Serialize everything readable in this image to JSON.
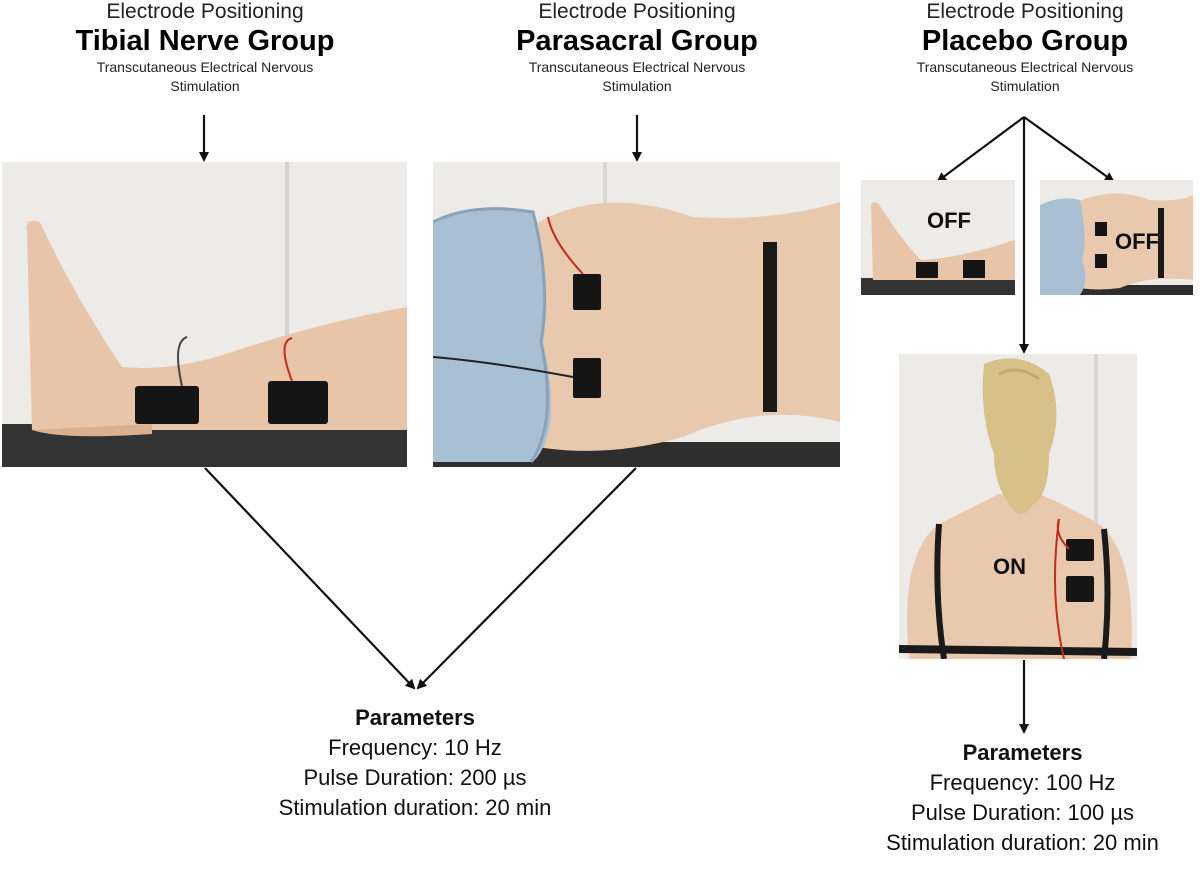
{
  "groups": [
    {
      "pretitle": "Electrode Positioning",
      "title": "Tibial Nerve Group",
      "subtitle_line1": "Transcutaneous Electrical Nervous",
      "subtitle_line2": "Stimulation"
    },
    {
      "pretitle": "Electrode Positioning",
      "title": "Parasacral Group",
      "subtitle_line1": "Transcutaneous Electrical Nervous",
      "subtitle_line2": "Stimulation"
    },
    {
      "pretitle": "Electrode Positioning",
      "title": "Placebo Group",
      "subtitle_line1": "Transcutaneous Electrical Nervous",
      "subtitle_line2": "Stimulation"
    }
  ],
  "placebo_labels": {
    "leg_off": "OFF",
    "back_off": "OFF",
    "shoulder_on": "ON"
  },
  "active_params": {
    "heading": "Parameters",
    "frequency": "Frequency: 10 Hz",
    "pulse": "Pulse Duration: 200 µs",
    "duration": "Stimulation duration: 20 min"
  },
  "placebo_params": {
    "heading": "Parameters",
    "frequency": "Frequency: 100 Hz",
    "pulse": "Pulse Duration: 100 µs",
    "duration": "Stimulation duration: 20 min"
  },
  "colors": {
    "arrow": "#111111",
    "electrode": "#151515",
    "wire_red": "#c8281e",
    "skin": "#e6c2a6",
    "denim": "#a9bfd3",
    "wall": "#ece9e5",
    "table": "#3a3a3a"
  }
}
